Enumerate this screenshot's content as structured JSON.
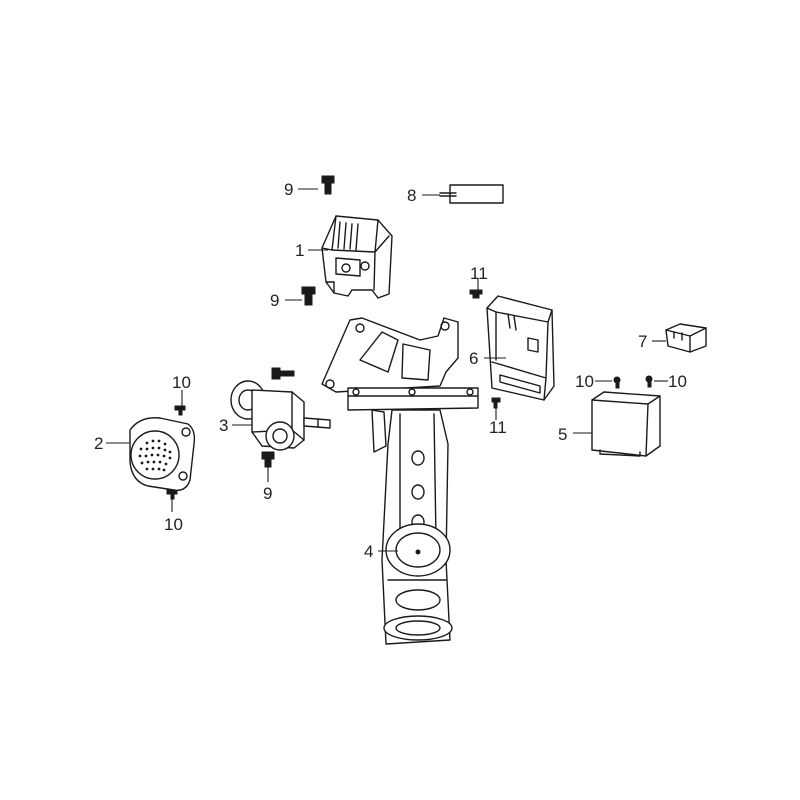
{
  "diagram": {
    "line_color": "#1a1a1a",
    "background": "#ffffff",
    "callouts": {
      "c1": "1",
      "c2": "2",
      "c3": "3",
      "c4": "4",
      "c5": "5",
      "c6": "6",
      "c7": "7",
      "c8": "8",
      "c9a": "9",
      "c9b": "9",
      "c9c": "9",
      "c10a": "10",
      "c10b": "10",
      "c10c": "10",
      "c10d": "10",
      "c11a": "11",
      "c11b": "11"
    }
  }
}
